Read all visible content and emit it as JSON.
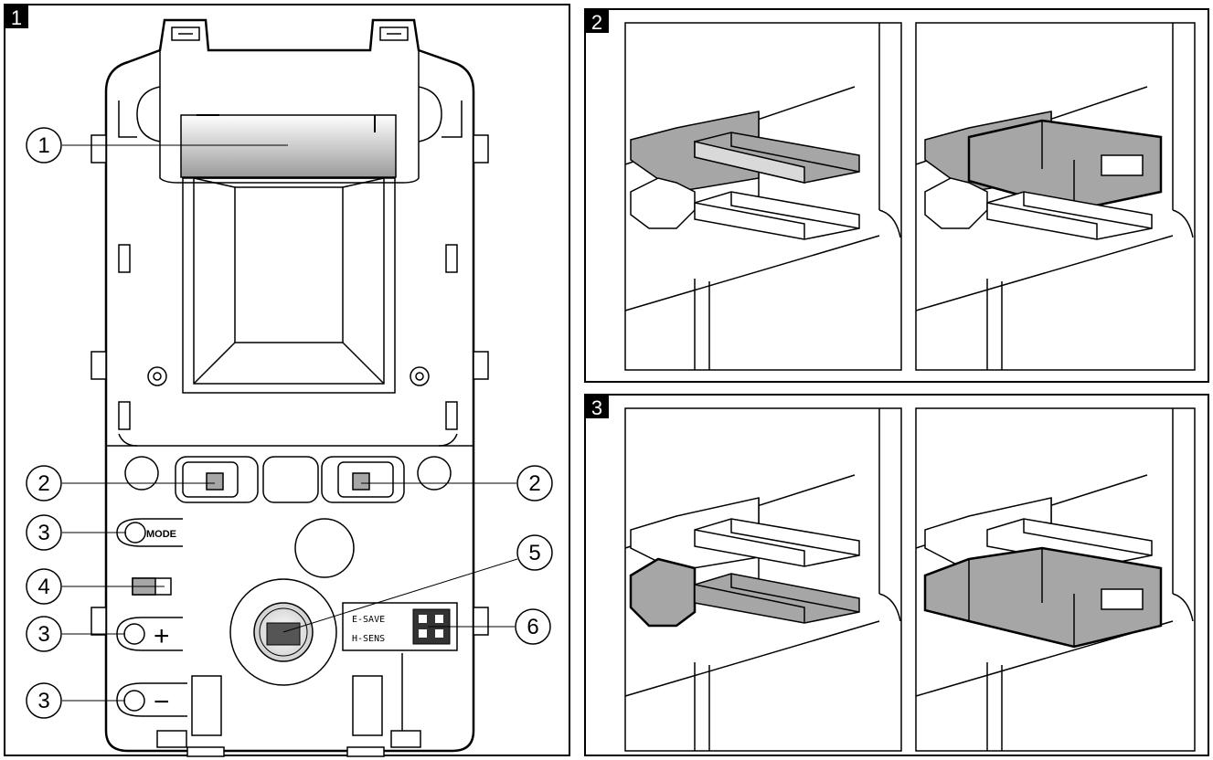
{
  "panels": [
    {
      "id": "1",
      "number": "1"
    },
    {
      "id": "2",
      "number": "2"
    },
    {
      "id": "3",
      "number": "3"
    }
  ],
  "callouts": [
    {
      "id": "c1",
      "number": "1",
      "target": "lens"
    },
    {
      "id": "c2l",
      "number": "2",
      "target": "led-left"
    },
    {
      "id": "c2r",
      "number": "2",
      "target": "led-right"
    },
    {
      "id": "c3a",
      "number": "3",
      "target": "mode-button"
    },
    {
      "id": "c4",
      "number": "4",
      "target": "led-indicator"
    },
    {
      "id": "c3b",
      "number": "3",
      "target": "plus-button"
    },
    {
      "id": "c3c",
      "number": "3",
      "target": "minus-button"
    },
    {
      "id": "c5",
      "number": "5",
      "target": "microphone"
    },
    {
      "id": "c6",
      "number": "6",
      "target": "jumpers"
    }
  ],
  "buttons": {
    "mode_label": "MODE",
    "plus_symbol": "+",
    "minus_symbol": "−"
  },
  "jumpers": {
    "row1": "E-SAVE",
    "row2": "H-SENS"
  },
  "colors": {
    "line": "#000000",
    "fill_gray": "#a6a6a6",
    "lens_gray": "#bfbfbf",
    "panel_label_bg": "#000000"
  }
}
